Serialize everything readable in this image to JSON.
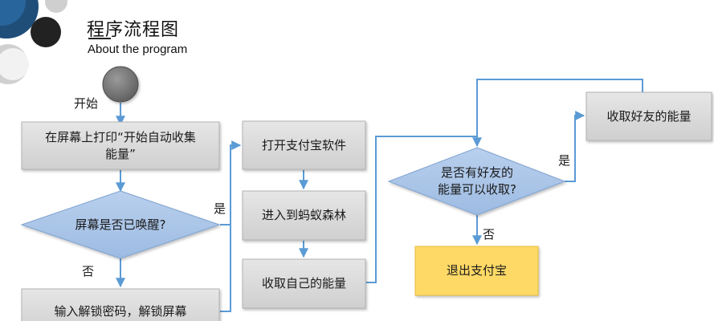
{
  "header": {
    "title": "程序流程图",
    "subtitle": "About the program"
  },
  "nodes": {
    "start": "开始",
    "print_start": "在屏幕上打印“开始自动收集能量”",
    "screen_awake": "屏幕是否已唤醒?",
    "unlock": "输入解锁密码，解锁屏幕",
    "open_alipay": "打开支付宝软件",
    "enter_forest": "进入到蚂蚁森林",
    "collect_own": "收取自己的能量",
    "friend_energy": "是否有好友的能量可以收取?",
    "collect_friend": "收取好友的能量",
    "exit_alipay": "退出支付宝"
  },
  "edges": {
    "awake_yes": "是",
    "awake_no": "否",
    "friend_yes": "是",
    "friend_no": "否"
  },
  "colors": {
    "box_fill": "#d9d9d9",
    "box_stroke": "#b3b3b3",
    "decision_fill": "#a9c4e6",
    "decision_stroke": "#7fa3d1",
    "end_fill": "#ffd966",
    "end_stroke": "#e8bf3c",
    "arrow": "#5b9bd5",
    "start_fill": "#757575"
  }
}
